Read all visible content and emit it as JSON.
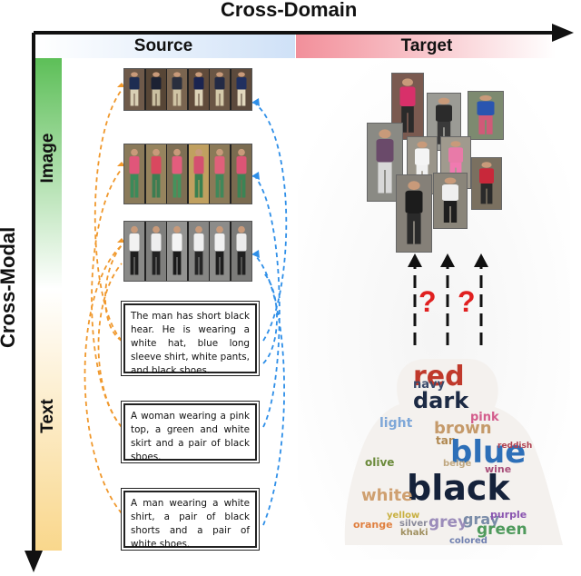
{
  "axes": {
    "x_title": "Cross-Domain",
    "y_title": "Cross-Modal"
  },
  "bands": {
    "source_label": "Source",
    "target_label": "Target",
    "image_label": "Image",
    "text_label": "Text"
  },
  "source_images": [
    {
      "name": "source-image-strip-1",
      "people": [
        {
          "top": "#1e2d52",
          "bottom": "#d8cfb5",
          "bg": "#6e5a4a"
        },
        {
          "top": "#1c2233",
          "bottom": "#c9bfa0",
          "bg": "#574636"
        },
        {
          "top": "#2a2f3e",
          "bottom": "#cfc4a4",
          "bg": "#7a6550"
        },
        {
          "top": "#1b2450",
          "bottom": "#ddd3b8",
          "bg": "#604b3b"
        },
        {
          "top": "#232a45",
          "bottom": "#d5caaa",
          "bg": "#6a5645"
        },
        {
          "top": "#203060",
          "bottom": "#e2d8bd",
          "bg": "#5c4a3c"
        }
      ]
    },
    {
      "name": "source-image-strip-2",
      "people": [
        {
          "top": "#e0567a",
          "bottom": "#3c8a5a",
          "bg": "#8a7a5a"
        },
        {
          "top": "#d9485f",
          "bottom": "#3d7d52",
          "bg": "#96845e"
        },
        {
          "top": "#e35d7d",
          "bottom": "#45925c",
          "bg": "#7e6f54"
        },
        {
          "top": "#d45070",
          "bottom": "#3a8050",
          "bg": "#c0a060"
        },
        {
          "top": "#e0607a",
          "bottom": "#40885a",
          "bg": "#8b7a58"
        },
        {
          "top": "#dc5575",
          "bottom": "#3b8455",
          "bg": "#7a6b50"
        }
      ]
    },
    {
      "name": "source-image-strip-3",
      "people": [
        {
          "top": "#f2f2f2",
          "bottom": "#1e1e1e",
          "bg": "#8a8a88"
        },
        {
          "top": "#eeeeee",
          "bottom": "#222222",
          "bg": "#7f7f7d"
        },
        {
          "top": "#f4f4f4",
          "bottom": "#1a1a1a",
          "bg": "#939391"
        },
        {
          "top": "#efefef",
          "bottom": "#252525",
          "bg": "#868684"
        },
        {
          "top": "#f1f1f1",
          "bottom": "#1d1d1d",
          "bg": "#8c8c8a"
        },
        {
          "top": "#ececec",
          "bottom": "#202020",
          "bg": "#7b7b79"
        }
      ]
    }
  ],
  "text_descriptions": [
    "The man has short black hear. He is wearing a white hat, blue long sleeve shirt, white pants, and black shoes.",
    "A woman wearing a pink top, a green and white skirt and a pair of black shoes.",
    "A man wearing a white shirt, a pair of black shorts and a pair of white shoes."
  ],
  "target_images": [
    {
      "name": "target-image-1",
      "top": "#d8306a",
      "bottom": "#2a2a2a",
      "bg": "#7a5a50"
    },
    {
      "name": "target-image-2",
      "top": "#2b2b2b",
      "bottom": "#3a3a3a",
      "bg": "#9b9b95"
    },
    {
      "name": "target-image-3",
      "top": "#2a55b0",
      "bottom": "#d05a78",
      "bg": "#7d8a70"
    },
    {
      "name": "target-image-4",
      "top": "#6a4a6a",
      "bottom": "#d8d8d8",
      "bg": "#8a8a84"
    },
    {
      "name": "target-image-5",
      "top": "#f4f4f4",
      "bottom": "#f0f0f0",
      "bg": "#9a958a"
    },
    {
      "name": "target-image-6",
      "top": "#e87aa8",
      "bottom": "#f07ab0",
      "bg": "#a09a8e"
    },
    {
      "name": "target-image-7",
      "top": "#c8283a",
      "bottom": "#2a2a2a",
      "bg": "#7a7060"
    },
    {
      "name": "target-image-8",
      "top": "#1c1c1c",
      "bottom": "#2a2a2a",
      "bg": "#858078"
    },
    {
      "name": "target-image-9",
      "top": "#efefef",
      "bottom": "#1e1e1e",
      "bg": "#8a857a"
    }
  ],
  "unknown_marks": [
    "?",
    "?"
  ],
  "word_cloud": [
    {
      "text": "red",
      "color": "#c0392b",
      "size": 30
    },
    {
      "text": "dark",
      "color": "#1c2a44",
      "size": 24
    },
    {
      "text": "navy",
      "color": "#3b4a6b",
      "size": 13
    },
    {
      "text": "pink",
      "color": "#d35d8c",
      "size": 13
    },
    {
      "text": "tan",
      "color": "#b08850",
      "size": 12
    },
    {
      "text": "brown",
      "color": "#c59a6a",
      "size": 18
    },
    {
      "text": "light",
      "color": "#7ea7d8",
      "size": 14
    },
    {
      "text": "blue",
      "color": "#2d6fb8",
      "size": 34
    },
    {
      "text": "black",
      "color": "#15223a",
      "size": 38
    },
    {
      "text": "white",
      "color": "#cfa070",
      "size": 18
    },
    {
      "text": "grey",
      "color": "#9b8cba",
      "size": 17
    },
    {
      "text": "gray",
      "color": "#7a8ca8",
      "size": 16
    },
    {
      "text": "green",
      "color": "#4f9a5c",
      "size": 17
    },
    {
      "text": "olive",
      "color": "#6b8a3b",
      "size": 12
    },
    {
      "text": "wine",
      "color": "#a84f7a",
      "size": 11
    },
    {
      "text": "purple",
      "color": "#8a55b0",
      "size": 11
    },
    {
      "text": "orange",
      "color": "#e08040",
      "size": 11
    },
    {
      "text": "yellow",
      "color": "#c8b040",
      "size": 10
    },
    {
      "text": "khaki",
      "color": "#a09060",
      "size": 10
    },
    {
      "text": "beige",
      "color": "#c0a880",
      "size": 10
    },
    {
      "text": "silver",
      "color": "#8a8a9a",
      "size": 10
    },
    {
      "text": "colored",
      "color": "#7080b0",
      "size": 10
    },
    {
      "text": "reddish",
      "color": "#b04050",
      "size": 9
    }
  ],
  "colors": {
    "source_arrow": "#f0982c",
    "target_arrow": "#2f8fe8",
    "domain_source_band": "#cfe1f7",
    "domain_target_band": "#f2a8b0",
    "modal_image_band": "#8fd28a",
    "modal_text_band": "#f9d78c"
  }
}
